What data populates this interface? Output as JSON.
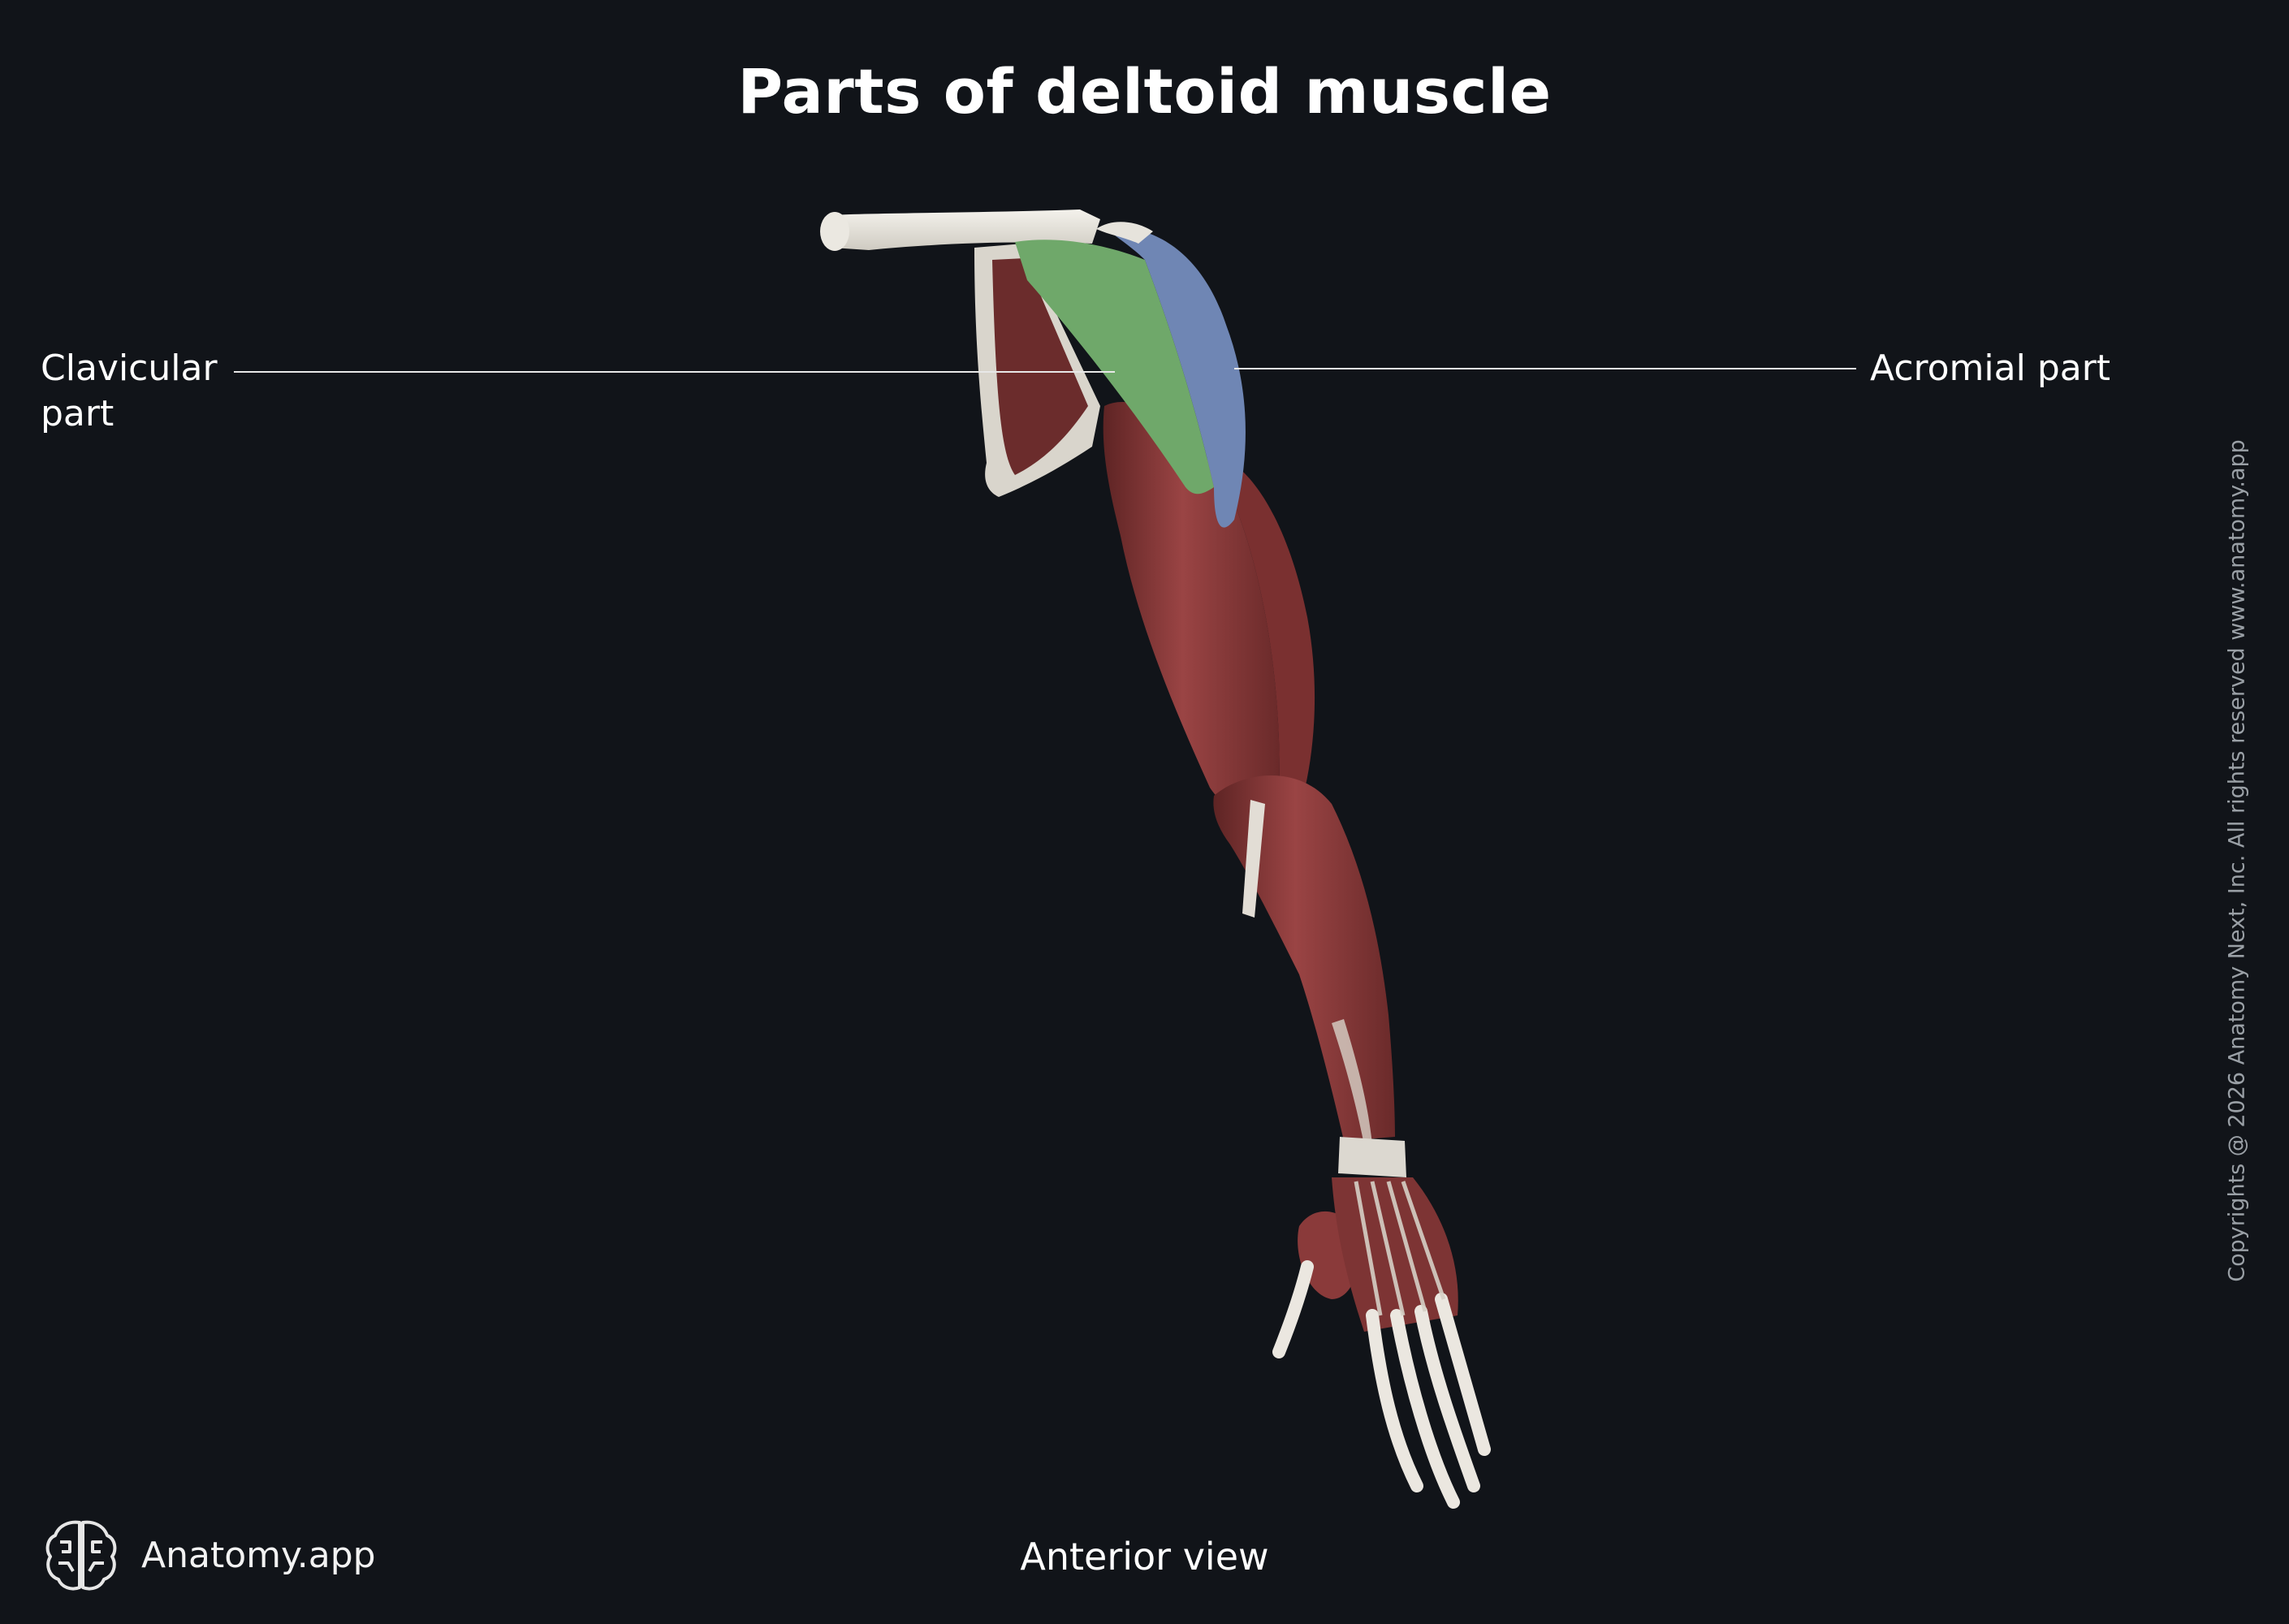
{
  "title": "Parts of deltoid muscle",
  "labels": {
    "clavicular": [
      "Clavicular",
      "part"
    ],
    "acromial": "Acromial part"
  },
  "view": "Anterior view",
  "brand": {
    "name": "Anatomy.app",
    "icon": "brain-logo-icon"
  },
  "copyright": "Copyrights @ 2026 Anatomy Next, Inc. All rights reserved www.anatomy.app",
  "colors": {
    "background": "#111419",
    "clavicular_part": "#6fa86a",
    "acromial_part": "#6f86b4",
    "muscle": "#8a3a3a",
    "bone": "#e6e3dc"
  }
}
